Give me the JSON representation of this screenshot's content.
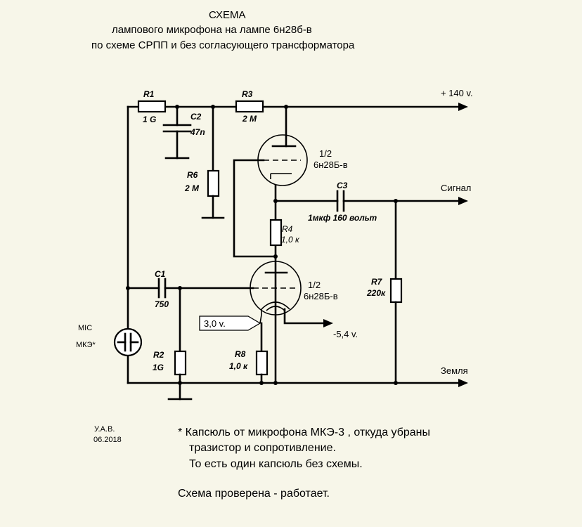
{
  "title": {
    "line1": "СХЕМА",
    "line2": "лампового микрофона на лампе 6н28б-в",
    "line3": "по схеме СРПП и  без согласующего трансформатора"
  },
  "components": {
    "R1": {
      "name": "R1",
      "value": "1 G"
    },
    "R2": {
      "name": "R2",
      "value": "1G"
    },
    "R3": {
      "name": "R3",
      "value": "2 M"
    },
    "R4": {
      "name": "R4",
      "value": "1,0 к"
    },
    "R6": {
      "name": "R6",
      "value": "2 M"
    },
    "R7": {
      "name": "R7",
      "value": "220к"
    },
    "R8": {
      "name": "R8",
      "value": "1,0 к"
    },
    "C1": {
      "name": "C1",
      "value": "750"
    },
    "C2": {
      "name": "C2",
      "value": "47n"
    },
    "C3": {
      "name": "C3",
      "value": "1мкф 160 вольт"
    },
    "tube_top": {
      "section": "1/2",
      "type": "6н28Б-в"
    },
    "tube_bottom": {
      "section": "1/2",
      "type": "6н28Б-в"
    },
    "mic": {
      "label1": "MIC",
      "label2": "МКЭ*"
    }
  },
  "rails": {
    "supply": "+  140 v.",
    "signal": "Сигнал",
    "ground": "Земля",
    "heater": "-5,4 v.",
    "cathode_voltage": "3,0 v."
  },
  "author": {
    "initials": "У.А.В.",
    "date": "06.2018"
  },
  "notes": {
    "line1": "* Капсюль от микрофона МКЭ-3 , откуда убраны",
    "line2": "тразистор и сопротивление.",
    "line3": "То есть один капсюль без схемы.",
    "line4": "Схема проверена - работает."
  }
}
